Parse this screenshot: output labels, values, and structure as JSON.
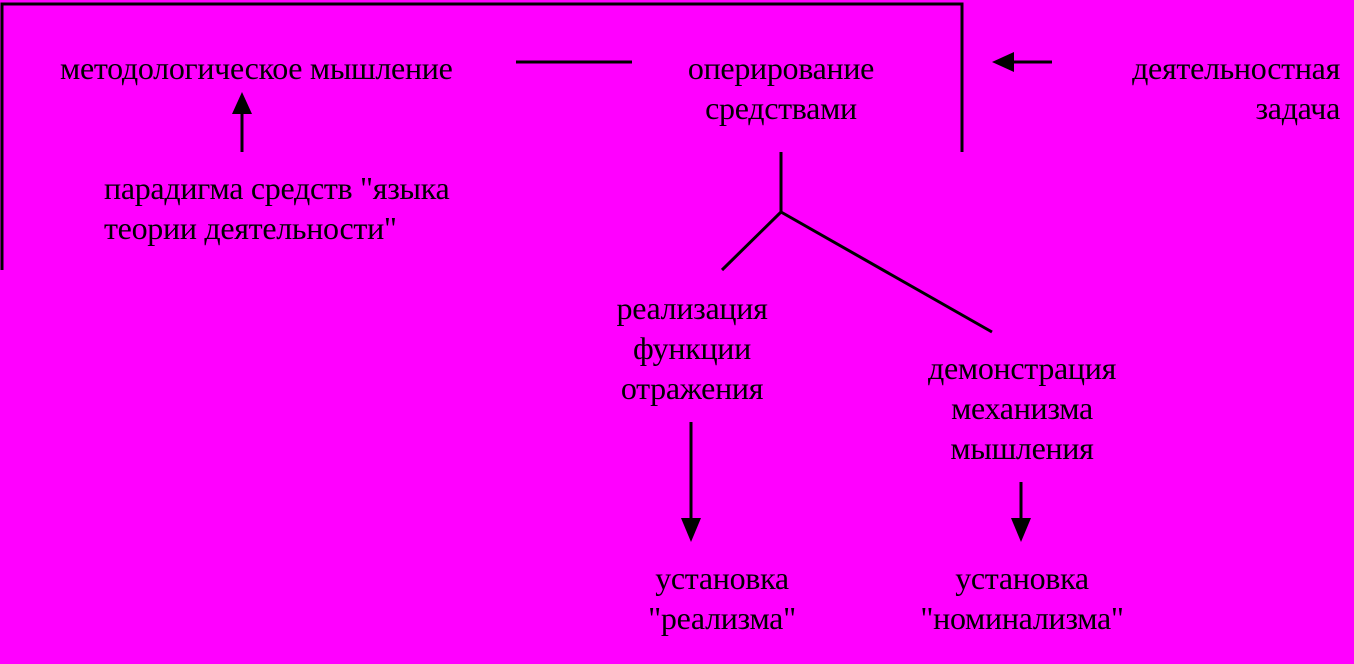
{
  "colors": {
    "background": "#FF00FF",
    "ink": "#000000"
  },
  "nodes": {
    "methodological_thinking": "методологическое мышление",
    "operating_means_1": "оперирование",
    "operating_means_2": "средствами",
    "activity_task_1": "деятельностная",
    "activity_task_2": "задача",
    "paradigm_1": "парадигма средств \"языка",
    "paradigm_2": "теории деятельности\"",
    "reflection_1": "реализация",
    "reflection_2": "функции",
    "reflection_3": "отражения",
    "demonstration_1": "демонстрация",
    "demonstration_2": "механизма",
    "demonstration_3": "мышления",
    "realism_1": "установка",
    "realism_2": "\"реализма\"",
    "nominalism_1": "установка",
    "nominalism_2": "\"номинализма\""
  }
}
